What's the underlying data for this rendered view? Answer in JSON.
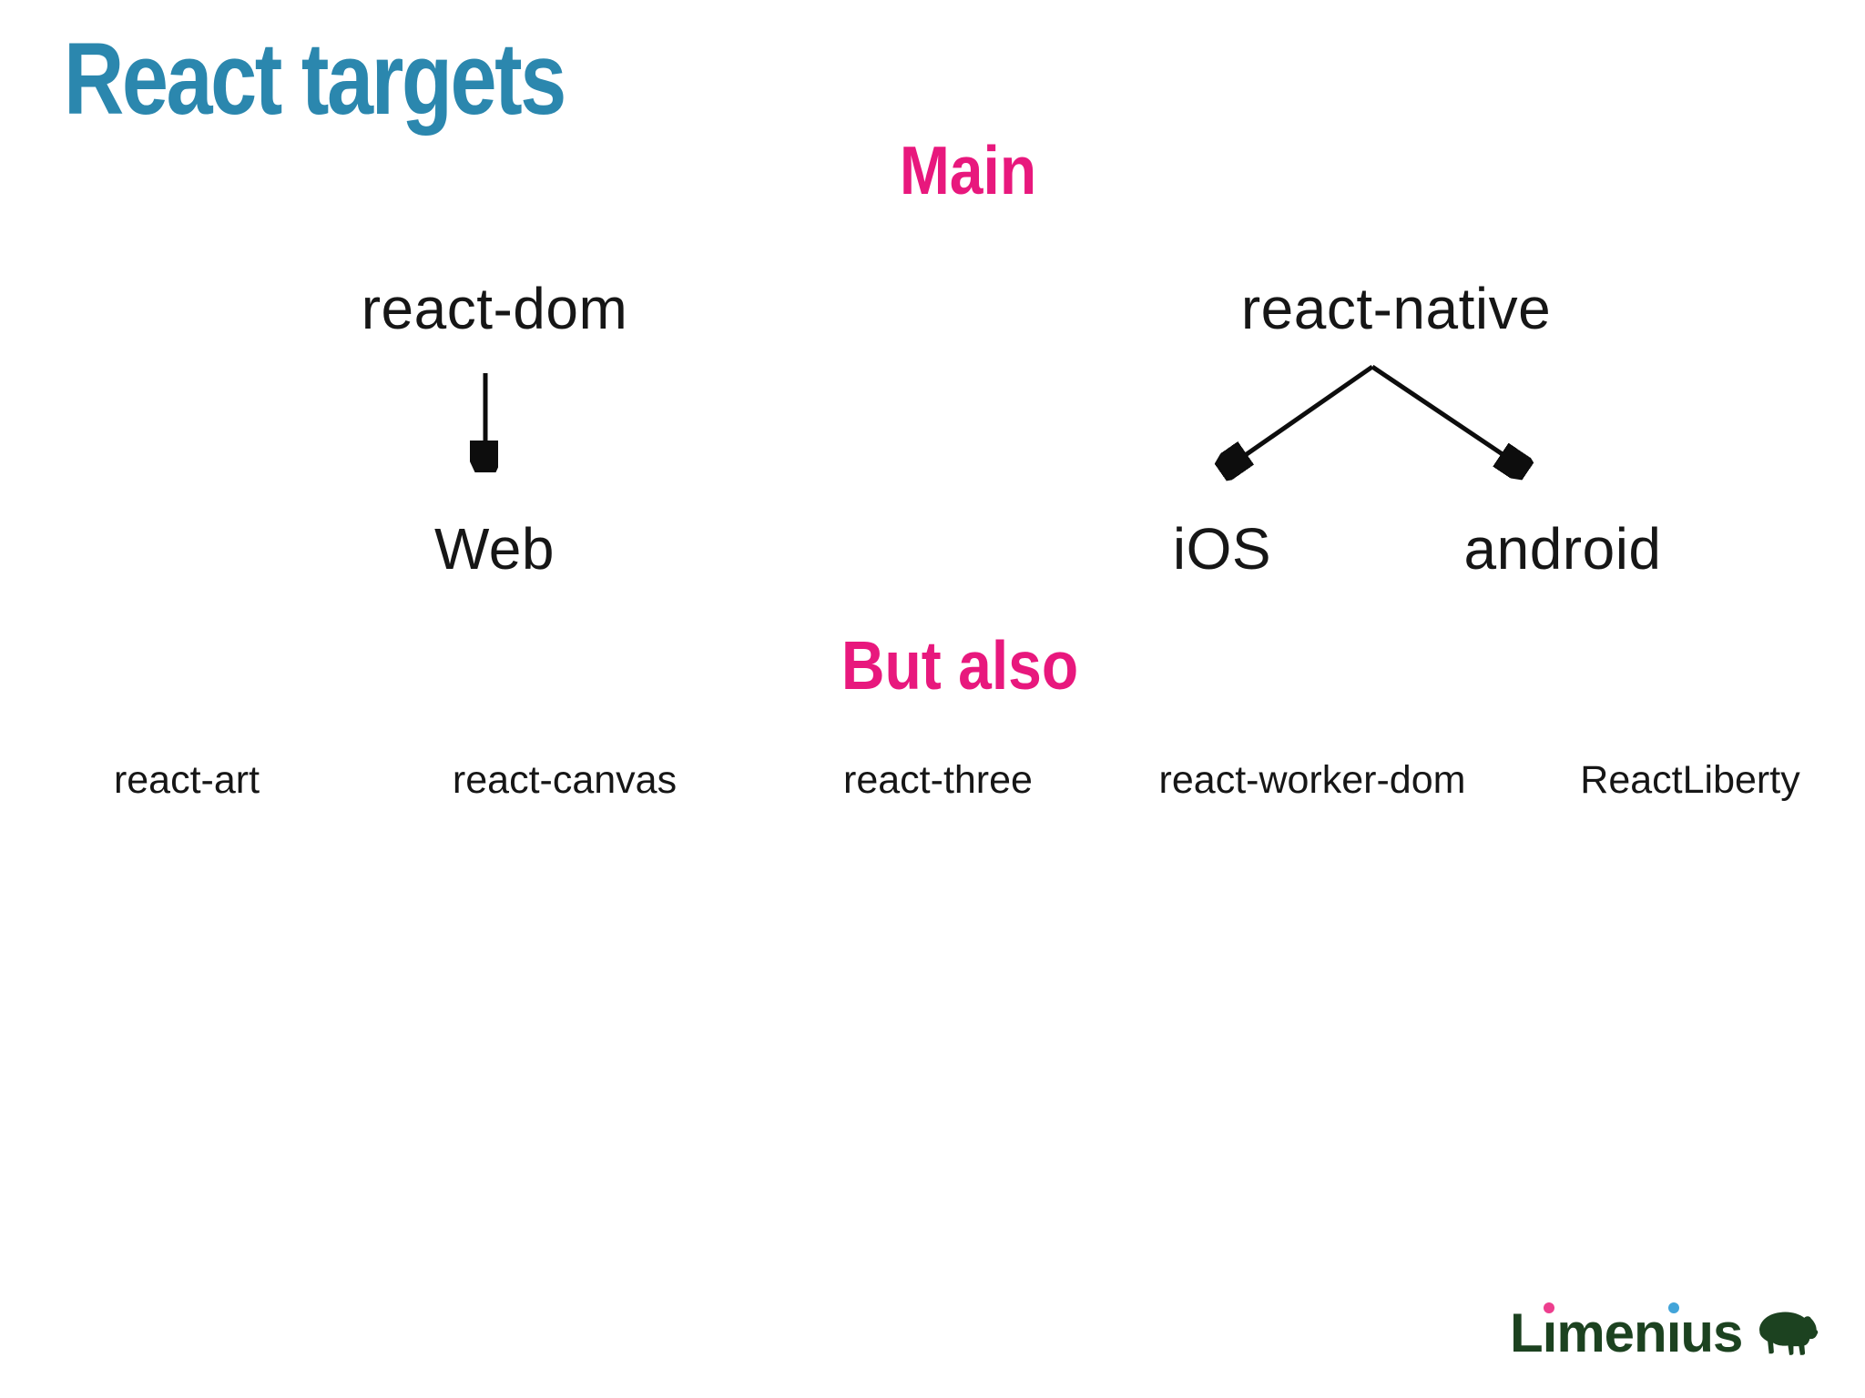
{
  "title": "React targets",
  "sections": {
    "main": {
      "heading": "Main"
    },
    "but_also": {
      "heading": "But also"
    }
  },
  "nodes": {
    "react_dom": "react-dom",
    "react_native": "react-native",
    "web": "Web",
    "ios": "iOS",
    "android": "android"
  },
  "edges": [
    {
      "from": "react-dom",
      "to": "Web"
    },
    {
      "from": "react-native",
      "to": "iOS"
    },
    {
      "from": "react-native",
      "to": "android"
    }
  ],
  "also_items": [
    "react-art",
    "react-canvas",
    "react-three",
    "react-worker-dom",
    "ReactLiberty"
  ],
  "logo": {
    "name": "Limenius",
    "segments": {
      "s1": "L",
      "i1": "ı",
      "s2": "men",
      "i2": "ı",
      "s3": "us"
    },
    "icon": "bison-icon",
    "dot_colors": {
      "first_i": "#ed3e8e",
      "second_i": "#42a4d9"
    }
  },
  "colors": {
    "title": "#2b87ae",
    "accent_pink": "#e8187d",
    "text": "#161616",
    "logo_green": "#1c4220",
    "background": "#ffffff"
  }
}
